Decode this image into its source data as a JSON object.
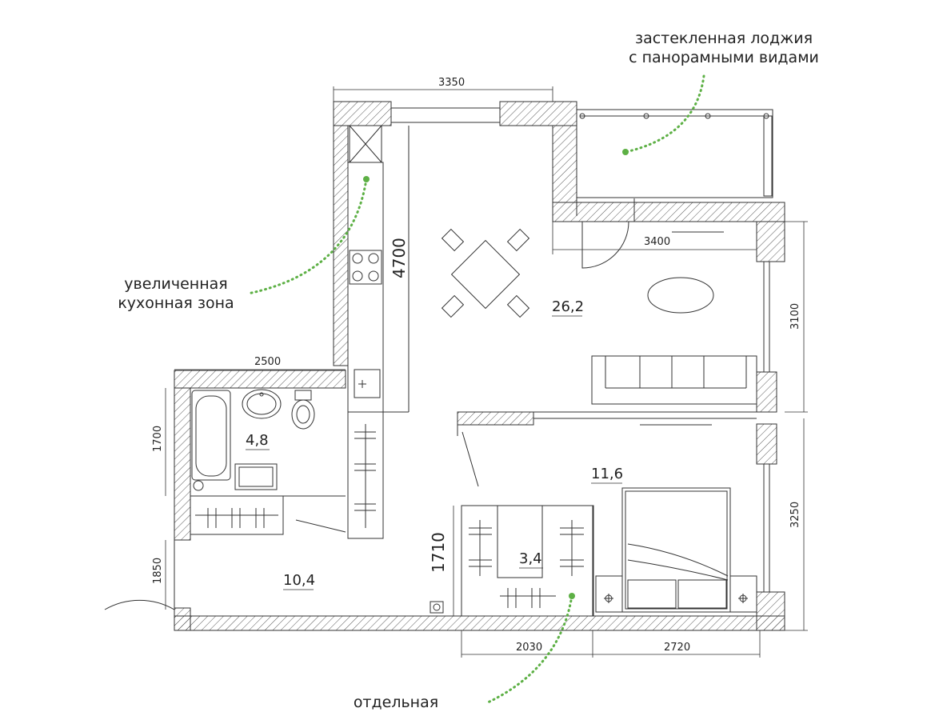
{
  "callouts": {
    "loggia": [
      "застекленная лоджия",
      "с панорамными видами"
    ],
    "kitchen": [
      "увеличенная",
      "кухонная зона"
    ],
    "wardrobe": [
      "отдельная"
    ]
  },
  "dimensions": {
    "d3350": "3350",
    "d3400": "3400",
    "d4700": "4700",
    "d2500": "2500",
    "d3100": "3100",
    "d1700": "1700",
    "d3250": "3250",
    "d1850": "1850",
    "d1710": "1710",
    "d2030": "2030",
    "d2720": "2720"
  },
  "areas": {
    "living": "26,2",
    "bath": "4,8",
    "bedroom": "11,6",
    "wardrobe": "3,4",
    "hall": "10,4"
  },
  "colors": {
    "accent": "#5db045",
    "line": "#333333"
  }
}
